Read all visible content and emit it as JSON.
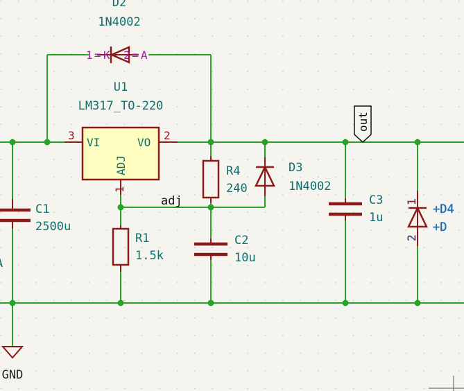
{
  "colors": {
    "background": "#f5f4ef",
    "grid_dot": "#c9c8c2",
    "wire": "#27a327",
    "component": "#8b1a1a",
    "component_fill": "#fffcc0",
    "ref_text": "#0f6f6f",
    "pin_text": "#a21ea0",
    "label_text": "#111111",
    "power_text": "#222222",
    "highlight": "#2e8ed6",
    "highlight_text": "#1c5fa8"
  },
  "components": {
    "d2": {
      "ref": "D2",
      "value": "1N4002",
      "pin1": "1",
      "pin2": "2",
      "cathode": "K",
      "anode": "A"
    },
    "u1": {
      "ref": "U1",
      "value": "LM317_TO-220",
      "pin_vi": "VI",
      "pin_vo": "VO",
      "pin_adj": "ADJ",
      "pin3_num": "3",
      "pin2_num": "2",
      "pin1_num": "1"
    },
    "c1": {
      "ref": "C1",
      "value": "2500u"
    },
    "r1": {
      "ref": "R1",
      "value": "1.5k"
    },
    "r4": {
      "ref": "R4",
      "value": "240"
    },
    "c2": {
      "ref": "C2",
      "value": "10u"
    },
    "d3": {
      "ref": "D3",
      "value": "1N4002"
    },
    "c3": {
      "ref": "C3",
      "value": "1u"
    },
    "d4": {
      "ref": "+D4",
      "value": "+D",
      "pin1": "1",
      "pin2": "2"
    }
  },
  "nets": {
    "adj_label": "adj",
    "out_label": "out",
    "gnd_label": "GND",
    "left_cut_label": "A"
  }
}
